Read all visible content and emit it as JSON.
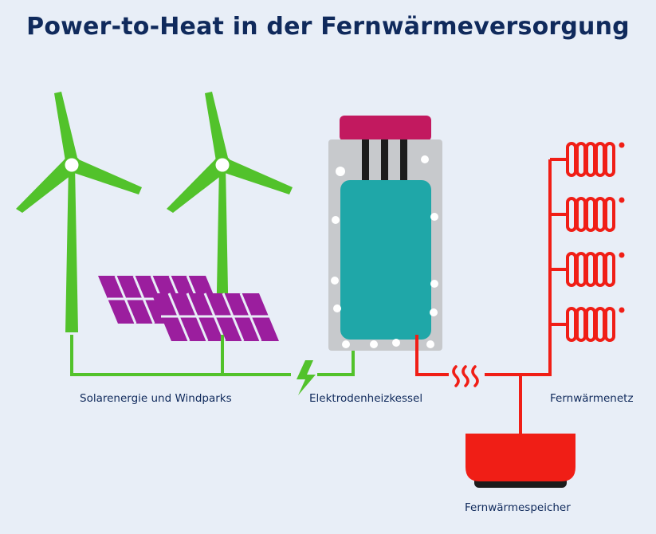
{
  "title": "Power-to-Heat in der Fernwärmeversorgung",
  "labels": {
    "solar_wind": "Solarenergie und Windparks",
    "electrode_boiler": "Elektrodenheizkessel",
    "district_heating_network": "Fernwärmenetz",
    "heat_storage": "Fernwärmespeicher"
  },
  "icons": [
    "wind-turbine-icon",
    "solar-panel-icon",
    "lightning-bolt-icon",
    "electrode-boiler-icon",
    "heat-waves-icon",
    "radiator-icon",
    "heat-storage-tank-icon"
  ],
  "colors": {
    "background": "#e8eef7",
    "title": "#102a5c",
    "green": "#52c22b",
    "purple": "#9b1e9e",
    "magenta": "#c2195f",
    "teal": "#1fa7a8",
    "gray": "#c7c9cc",
    "red": "#f01e16"
  }
}
